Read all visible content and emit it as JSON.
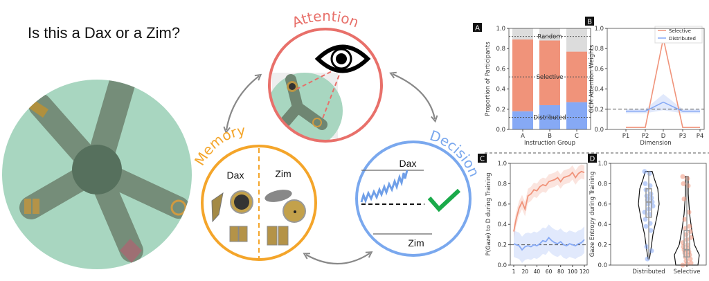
{
  "title": "Is this a Dax or a Zim?",
  "cycle": {
    "attention_label": "Attention",
    "memory_label": "Memory",
    "decision_label": "Decision",
    "memory_dax": "Dax",
    "memory_zim": "Zim",
    "decision_dax": "Dax",
    "decision_zim": "Zim"
  },
  "colors": {
    "attention": "#e8706a",
    "memory": "#f4a52a",
    "decision": "#7aa8ee",
    "selective": "#f0937a",
    "distributed": "#86a9f5",
    "random": "#dcdcdc",
    "check": "#1aaa4a"
  },
  "chart_data": [
    {
      "panel": "A",
      "type": "bar",
      "stacked": true,
      "xlabel": "Instruction Group",
      "ylabel": "Proportion of Participants",
      "categories": [
        "A",
        "B",
        "C"
      ],
      "ylim": [
        0,
        1.0
      ],
      "yticks": [
        "0.0",
        "0.2",
        "0.4",
        "0.6",
        "0.8",
        "1.0"
      ],
      "series": [
        {
          "name": "Distributed",
          "values": [
            0.18,
            0.24,
            0.27
          ]
        },
        {
          "name": "Selective",
          "values": [
            0.71,
            0.64,
            0.5
          ]
        },
        {
          "name": "Random",
          "values": [
            0.11,
            0.12,
            0.23
          ]
        }
      ],
      "reference_lines": [
        {
          "label": "Random",
          "y": 0.92
        },
        {
          "label": "Selective",
          "y": 0.52
        },
        {
          "label": "Distributed",
          "y": 0.12
        }
      ]
    },
    {
      "panel": "B",
      "type": "line",
      "xlabel": "Dimension",
      "ylabel": "GCM Attention Weights",
      "categories": [
        "P1",
        "P2",
        "D",
        "P3",
        "P4"
      ],
      "ylim": [
        0,
        1.0
      ],
      "yticks": [
        "0.0",
        "0.2",
        "0.4",
        "0.6",
        "0.8",
        "1.0"
      ],
      "legend": "top-right",
      "series": [
        {
          "name": "Selective",
          "values": [
            0.02,
            0.02,
            0.9,
            0.02,
            0.02
          ]
        },
        {
          "name": "Distributed",
          "values": [
            0.18,
            0.18,
            0.27,
            0.18,
            0.18
          ],
          "band": [
            0.02,
            0.02,
            0.08,
            0.02,
            0.02
          ]
        }
      ],
      "baseline": 0.2
    },
    {
      "panel": "C",
      "type": "line",
      "xlabel": "",
      "ylabel": "P(Gaze) to D during Training",
      "xticks": [
        "1",
        "20",
        "40",
        "60",
        "80",
        "100",
        "120"
      ],
      "xlim": [
        1,
        120
      ],
      "ylim": [
        0,
        1.0
      ],
      "yticks": [
        "0.0",
        "0.2",
        "0.4",
        "0.6",
        "0.8",
        "1.0"
      ],
      "x": [
        1,
        5,
        10,
        15,
        20,
        25,
        30,
        35,
        40,
        45,
        50,
        55,
        60,
        65,
        70,
        75,
        80,
        85,
        90,
        95,
        100,
        105,
        110,
        115,
        120
      ],
      "series": [
        {
          "name": "Selective",
          "values": [
            0.33,
            0.45,
            0.56,
            0.62,
            0.55,
            0.68,
            0.7,
            0.74,
            0.73,
            0.77,
            0.79,
            0.78,
            0.82,
            0.83,
            0.84,
            0.86,
            0.82,
            0.86,
            0.87,
            0.88,
            0.91,
            0.86,
            0.9,
            0.92,
            0.91
          ],
          "band": 0.07
        },
        {
          "name": "Distributed",
          "values": [
            0.21,
            0.2,
            0.19,
            0.15,
            0.18,
            0.19,
            0.18,
            0.2,
            0.19,
            0.21,
            0.24,
            0.23,
            0.27,
            0.24,
            0.22,
            0.21,
            0.23,
            0.2,
            0.19,
            0.21,
            0.2,
            0.19,
            0.21,
            0.22,
            0.25
          ],
          "band": 0.13
        }
      ],
      "baseline": 0.2
    },
    {
      "panel": "D",
      "type": "violin",
      "ylabel": "Gaze Entropy during Training",
      "categories": [
        "Distributed",
        "Selective"
      ],
      "ylim": [
        0,
        1.0
      ],
      "yticks": [
        "0.0",
        "0.2",
        "0.4",
        "0.6",
        "0.8",
        "1.0"
      ],
      "groups": [
        {
          "name": "Distributed",
          "min": 0.06,
          "q1": 0.47,
          "median": 0.62,
          "q3": 0.75,
          "max": 0.92,
          "points": [
            0.92,
            0.9,
            0.8,
            0.78,
            0.74,
            0.7,
            0.68,
            0.66,
            0.64,
            0.62,
            0.6,
            0.58,
            0.55,
            0.52,
            0.5,
            0.45,
            0.41,
            0.38,
            0.34,
            0.18,
            0.14,
            0.06
          ]
        },
        {
          "name": "Selective",
          "min": 0.0,
          "q1": 0.08,
          "median": 0.15,
          "q3": 0.34,
          "max": 0.87,
          "points": [
            0.87,
            0.85,
            0.8,
            0.78,
            0.65,
            0.52,
            0.45,
            0.38,
            0.36,
            0.33,
            0.3,
            0.27,
            0.25,
            0.22,
            0.2,
            0.18,
            0.16,
            0.15,
            0.13,
            0.12,
            0.1,
            0.08,
            0.06,
            0.04,
            0.02,
            0.01,
            0.0
          ]
        }
      ]
    }
  ]
}
